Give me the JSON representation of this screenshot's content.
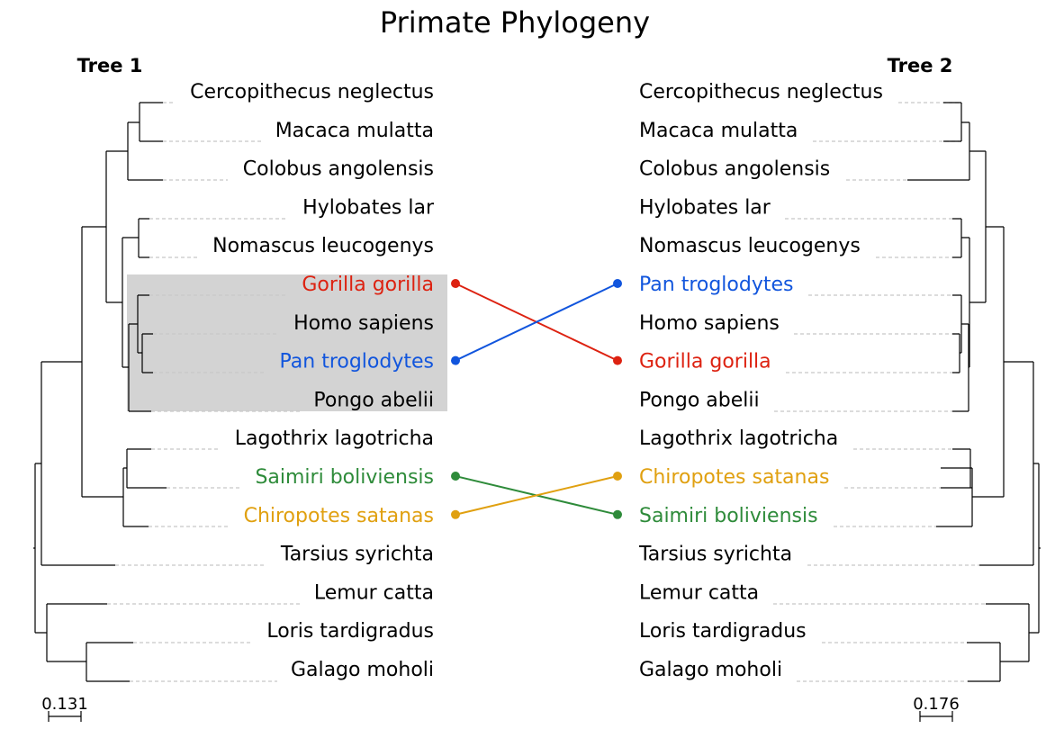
{
  "title": "Primate Phylogeny",
  "tree1": {
    "label": "Tree 1",
    "scale_label": "0.131",
    "taxa": [
      {
        "name": "Cercopithecus neglectus",
        "color": "#000000"
      },
      {
        "name": "Macaca mulatta",
        "color": "#000000"
      },
      {
        "name": "Colobus angolensis",
        "color": "#000000"
      },
      {
        "name": "Hylobates lar",
        "color": "#000000"
      },
      {
        "name": "Nomascus leucogenys",
        "color": "#000000"
      },
      {
        "name": "Gorilla gorilla",
        "color": "#dd2211"
      },
      {
        "name": "Homo sapiens",
        "color": "#000000"
      },
      {
        "name": "Pan troglodytes",
        "color": "#1155dd"
      },
      {
        "name": "Pongo abelii",
        "color": "#000000"
      },
      {
        "name": "Lagothrix lagotricha",
        "color": "#000000"
      },
      {
        "name": "Saimiri boliviensis",
        "color": "#2e8b3a"
      },
      {
        "name": "Chiropotes satanas",
        "color": "#e0a010"
      },
      {
        "name": "Tarsius syrichta",
        "color": "#000000"
      },
      {
        "name": "Lemur catta",
        "color": "#000000"
      },
      {
        "name": "Loris tardigradus",
        "color": "#000000"
      },
      {
        "name": "Galago moholi",
        "color": "#000000"
      }
    ]
  },
  "tree2": {
    "label": "Tree 2",
    "scale_label": "0.176",
    "taxa": [
      {
        "name": "Cercopithecus neglectus",
        "color": "#000000"
      },
      {
        "name": "Macaca mulatta",
        "color": "#000000"
      },
      {
        "name": "Colobus angolensis",
        "color": "#000000"
      },
      {
        "name": "Hylobates lar",
        "color": "#000000"
      },
      {
        "name": "Nomascus leucogenys",
        "color": "#000000"
      },
      {
        "name": "Pan troglodytes",
        "color": "#1155dd"
      },
      {
        "name": "Homo sapiens",
        "color": "#000000"
      },
      {
        "name": "Gorilla gorilla",
        "color": "#dd2211"
      },
      {
        "name": "Pongo abelii",
        "color": "#000000"
      },
      {
        "name": "Lagothrix lagotricha",
        "color": "#000000"
      },
      {
        "name": "Chiropotes satanas",
        "color": "#e0a010"
      },
      {
        "name": "Saimiri boliviensis",
        "color": "#2e8b3a"
      },
      {
        "name": "Tarsius syrichta",
        "color": "#000000"
      },
      {
        "name": "Lemur catta",
        "color": "#000000"
      },
      {
        "name": "Loris tardigradus",
        "color": "#000000"
      },
      {
        "name": "Galago moholi",
        "color": "#000000"
      }
    ]
  },
  "highlight_color": "#d3d3d3",
  "connections": [
    {
      "from": "Gorilla gorilla",
      "to": "Gorilla gorilla",
      "color": "#dd2211"
    },
    {
      "from": "Pan troglodytes",
      "to": "Pan troglodytes",
      "color": "#1155dd"
    },
    {
      "from": "Saimiri boliviensis",
      "to": "Saimiri boliviensis",
      "color": "#2e8b3a"
    },
    {
      "from": "Chiropotes satanas",
      "to": "Chiropotes satanas",
      "color": "#e0a010"
    }
  ]
}
